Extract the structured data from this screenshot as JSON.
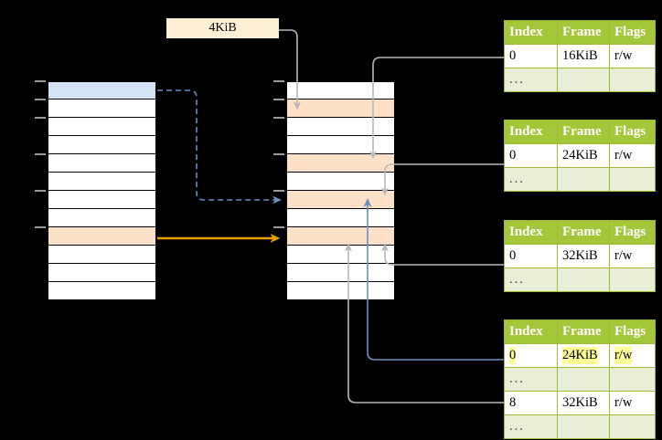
{
  "diagram": {
    "title": "page-table-walk-diagram",
    "page_size_label": "4KiB",
    "colors": {
      "background": "#000000",
      "table_header": "#a4c639",
      "table_border": "#9dbb35",
      "ellipsis_row": "#e9eed7",
      "highlight_yellow": "#ffff99",
      "peach_row": "#fce0c8",
      "blue_row": "#d4e4f7",
      "label_box": "#fdf0d5",
      "orange_arrow": "#e8a200",
      "blue_arrow": "#6a8fc4",
      "gray_arrow": "#b4b4b4"
    }
  },
  "left_column": {
    "name": "virtual-address-space",
    "row_count": 12,
    "rows": [
      {
        "index": 0,
        "fill": "blue",
        "label": ""
      },
      {
        "index": 1,
        "fill": "white",
        "label": ""
      },
      {
        "index": 2,
        "fill": "white",
        "label": ""
      },
      {
        "index": 3,
        "fill": "white",
        "label": ""
      },
      {
        "index": 4,
        "fill": "white",
        "label": ""
      },
      {
        "index": 5,
        "fill": "white",
        "label": ""
      },
      {
        "index": 6,
        "fill": "white",
        "label": ""
      },
      {
        "index": 7,
        "fill": "white",
        "label": ""
      },
      {
        "index": 8,
        "fill": "peach",
        "label": ""
      },
      {
        "index": 9,
        "fill": "white",
        "label": ""
      },
      {
        "index": 10,
        "fill": "white",
        "label": ""
      },
      {
        "index": 11,
        "fill": "white",
        "label": ""
      }
    ]
  },
  "middle_column": {
    "name": "physical-memory",
    "row_count": 12,
    "rows": [
      {
        "index": 0,
        "fill": "white",
        "label": ""
      },
      {
        "index": 1,
        "fill": "peach",
        "label": ""
      },
      {
        "index": 2,
        "fill": "white",
        "label": ""
      },
      {
        "index": 3,
        "fill": "white",
        "label": ""
      },
      {
        "index": 4,
        "fill": "peach",
        "label": ""
      },
      {
        "index": 5,
        "fill": "white",
        "label": ""
      },
      {
        "index": 6,
        "fill": "peach",
        "label": ""
      },
      {
        "index": 7,
        "fill": "white",
        "label": ""
      },
      {
        "index": 8,
        "fill": "peach",
        "label": ""
      },
      {
        "index": 9,
        "fill": "white",
        "label": ""
      },
      {
        "index": 10,
        "fill": "white",
        "label": ""
      },
      {
        "index": 11,
        "fill": "white",
        "label": ""
      }
    ]
  },
  "page_tables": [
    {
      "name": "page-table-level-1",
      "headers": [
        "Index",
        "Frame",
        "Flags"
      ],
      "rows": [
        {
          "type": "data",
          "index": "0",
          "frame": "16KiB",
          "flags": "r/w",
          "highlight": {
            "index": false,
            "frame": false,
            "flags": false
          }
        },
        {
          "type": "ellipsis",
          "index": "...",
          "frame": "",
          "flags": "",
          "highlight": {
            "index": false,
            "frame": false,
            "flags": false
          }
        }
      ]
    },
    {
      "name": "page-table-level-2",
      "headers": [
        "Index",
        "Frame",
        "Flags"
      ],
      "rows": [
        {
          "type": "data",
          "index": "0",
          "frame": "24KiB",
          "flags": "r/w",
          "highlight": {
            "index": false,
            "frame": false,
            "flags": false
          }
        },
        {
          "type": "ellipsis",
          "index": "...",
          "frame": "",
          "flags": "",
          "highlight": {
            "index": false,
            "frame": false,
            "flags": false
          }
        }
      ]
    },
    {
      "name": "page-table-level-3",
      "headers": [
        "Index",
        "Frame",
        "Flags"
      ],
      "rows": [
        {
          "type": "data",
          "index": "0",
          "frame": "32KiB",
          "flags": "r/w",
          "highlight": {
            "index": false,
            "frame": false,
            "flags": false
          }
        },
        {
          "type": "ellipsis",
          "index": "...",
          "frame": "",
          "flags": "",
          "highlight": {
            "index": false,
            "frame": false,
            "flags": false
          }
        }
      ]
    },
    {
      "name": "page-table-level-4",
      "headers": [
        "Index",
        "Frame",
        "Flags"
      ],
      "rows": [
        {
          "type": "data",
          "index": "0",
          "frame": "24KiB",
          "flags": "r/w",
          "highlight": {
            "index": true,
            "frame": true,
            "flags": true
          }
        },
        {
          "type": "ellipsis",
          "index": "...",
          "frame": "",
          "flags": "",
          "highlight": {
            "index": false,
            "frame": false,
            "flags": false
          }
        },
        {
          "type": "data",
          "index": "8",
          "frame": "32KiB",
          "flags": "r/w",
          "highlight": {
            "index": false,
            "frame": false,
            "flags": false
          }
        },
        {
          "type": "ellipsis",
          "index": "...",
          "frame": "",
          "flags": "",
          "highlight": {
            "index": false,
            "frame": false,
            "flags": false
          }
        }
      ]
    }
  ]
}
